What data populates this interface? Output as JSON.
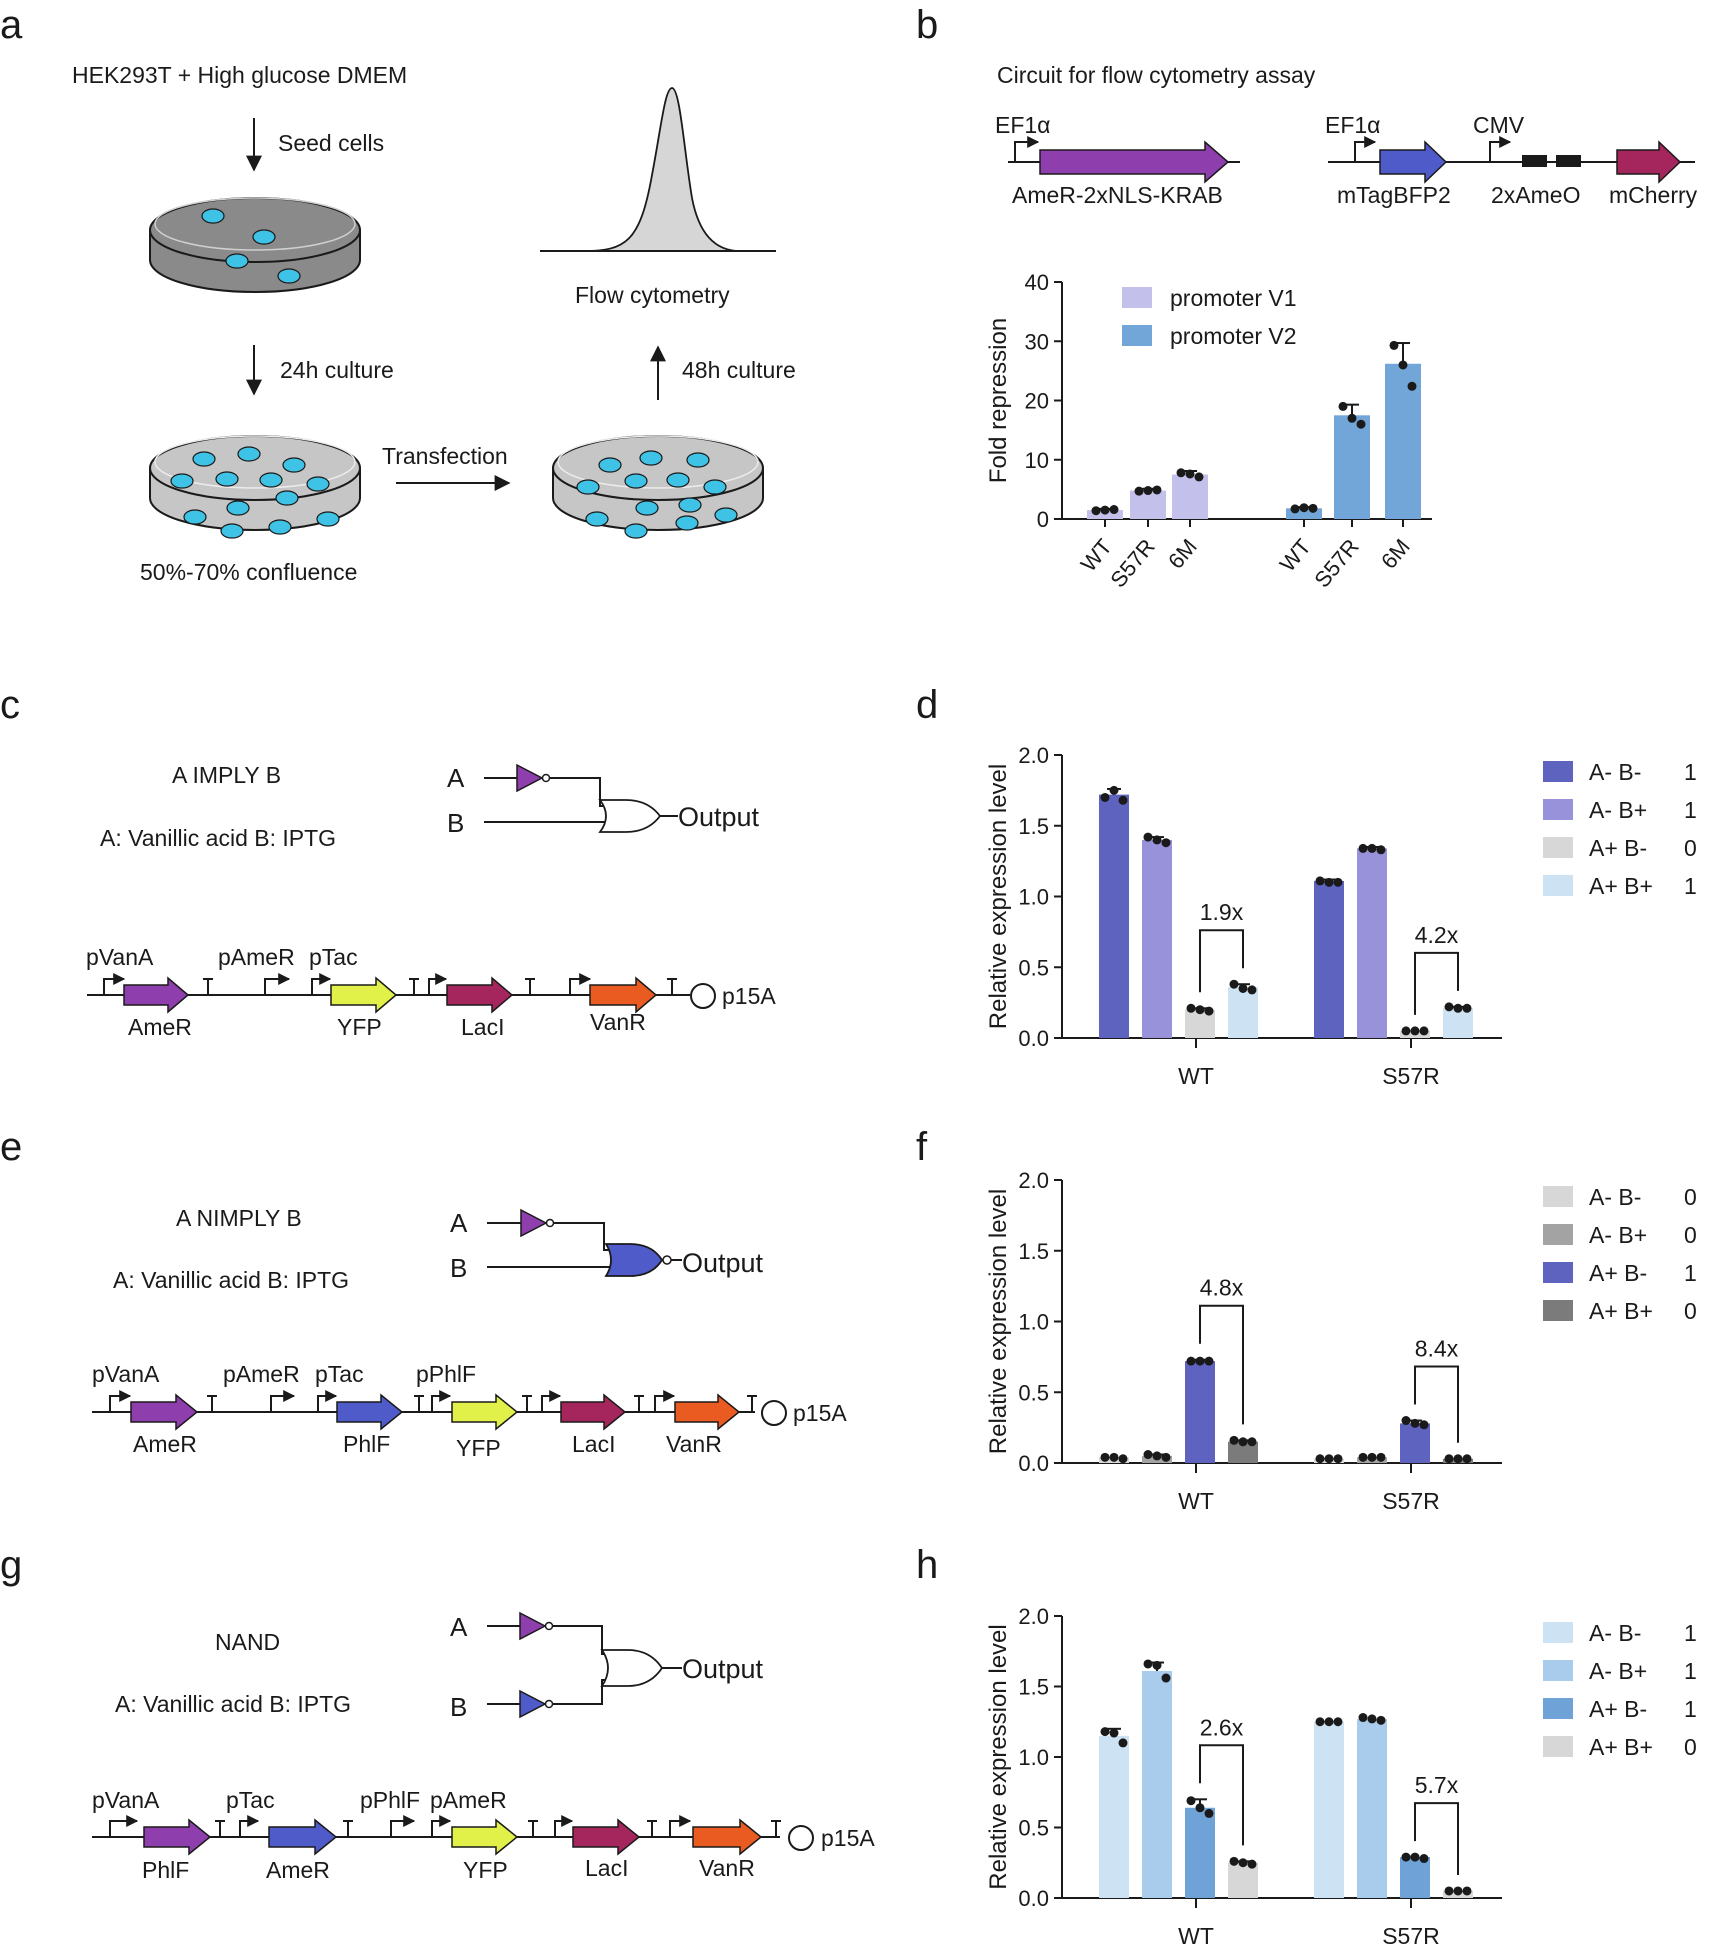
{
  "panel_labels": {
    "a": "a",
    "b": "b",
    "c": "c",
    "d": "d",
    "e": "e",
    "f": "f",
    "g": "g",
    "h": "h"
  },
  "colors": {
    "purple": "#8e3fad",
    "blue": "#4f5bc9",
    "yellow": "#e2f04a",
    "magenta": "#a5265d",
    "orange": "#ea5b22",
    "cyan": "#3ec3e6",
    "light_purple": "#c3c0eb",
    "mid_blue": "#73a6d8",
    "dark_blue": "#5f63c0",
    "med_purple": "#9892da",
    "light_gray": "#d7d7d7",
    "pale_blue": "#cde2f3",
    "gray": "#a3a3a3",
    "dark_gray": "#7b7b7b",
    "h_blue1": "#cde2f3",
    "h_blue2": "#a9cbec",
    "h_blue3": "#6fa2d6"
  },
  "panel_a": {
    "title": "HEK293T + High glucose DMEM",
    "seed": "Seed cells",
    "culture24": "24h culture",
    "confluence": "50%-70% confluence",
    "transfection": "Transfection",
    "culture48": "48h culture",
    "flow": "Flow cytometry"
  },
  "panel_b": {
    "title": "Circuit for flow cytometry assay",
    "ef1a_1": "EF1α",
    "ef1a_2": "EF1α",
    "cmv": "CMV",
    "amer_krab": "AmeR-2xNLS-KRAB",
    "mtagbfp2": "mTagBFP2",
    "ameo": "2xAmeO",
    "mcherry": "mCherry"
  },
  "panel_c": {
    "logic": "A IMPLY B",
    "inputs": "A: Vanillic acid B: IPTG",
    "gate_a": "A",
    "gate_b": "B",
    "output": "Output",
    "pvana": "pVanA",
    "pamer": "pAmeR",
    "ptac": "pTac",
    "amer": "AmeR",
    "yfp": "YFP",
    "laci": "LacI",
    "vanr": "VanR",
    "p15a": "p15A"
  },
  "panel_e": {
    "logic": "A NIMPLY B",
    "inputs": "A: Vanillic acid B: IPTG",
    "gate_a": "A",
    "gate_b": "B",
    "output": "Output",
    "pvana": "pVanA",
    "pamer": "pAmeR",
    "ptac": "pTac",
    "pphlf": "pPhlF",
    "amer": "AmeR",
    "phlf": "PhlF",
    "yfp": "YFP",
    "laci": "LacI",
    "vanr": "VanR",
    "p15a": "p15A"
  },
  "panel_g": {
    "logic": "NAND",
    "inputs": "A: Vanillic acid B: IPTG",
    "gate_a": "A",
    "gate_b": "B",
    "output": "Output",
    "pvana": "pVanA",
    "ptac": "pTac",
    "pphlf": "pPhlF",
    "pamer": "pAmeR",
    "phlf": "PhlF",
    "amer": "AmeR",
    "yfp": "YFP",
    "laci": "LacI",
    "vanr": "VanR",
    "p15a": "p15A"
  },
  "chart_data": [
    {
      "id": "b",
      "type": "bar",
      "ylabel": "Fold repression",
      "ylim": [
        0,
        40
      ],
      "yticks": [
        "0",
        "10",
        "20",
        "30",
        "40"
      ],
      "categories": [
        "WT",
        "S57R",
        "6M",
        "WT",
        "S57R",
        "6M"
      ],
      "bar_colors": [
        "#c3c0eb",
        "#c3c0eb",
        "#c3c0eb",
        "#73a6d8",
        "#73a6d8",
        "#73a6d8"
      ],
      "values": [
        1.5,
        4.8,
        7.5,
        1.8,
        17.5,
        26.2
      ],
      "errors": [
        0.2,
        0.3,
        0.6,
        0.2,
        1.8,
        3.5
      ],
      "points": [
        [
          1.4,
          1.5,
          1.6
        ],
        [
          4.7,
          4.8,
          4.9
        ],
        [
          7.8,
          7.6,
          7.1
        ],
        [
          1.7,
          1.9,
          1.8
        ],
        [
          19.0,
          17.0,
          16.0
        ],
        [
          29.3,
          26.0,
          22.4
        ]
      ],
      "legend": [
        {
          "label": "promoter V1",
          "color": "#c3c0eb"
        },
        {
          "label": "promoter V2",
          "color": "#73a6d8"
        }
      ],
      "legend_position": "top-left"
    },
    {
      "id": "d",
      "type": "bar",
      "ylabel": "Relative expression level",
      "ylim": [
        0,
        2.0
      ],
      "yticks": [
        "0.0",
        "0.5",
        "1.0",
        "1.5",
        "2.0"
      ],
      "categories": [
        "WT",
        "S57R"
      ],
      "series": [
        {
          "label": "A- B-",
          "out": "1",
          "color": "#5f63c0",
          "values": [
            1.72,
            1.11
          ],
          "errors": [
            0.04,
            0.01
          ],
          "points": [
            [
              1.7,
              1.75,
              1.68
            ],
            [
              1.11,
              1.1,
              1.1
            ]
          ]
        },
        {
          "label": "A- B+",
          "out": "1",
          "color": "#9892da",
          "values": [
            1.4,
            1.34
          ],
          "errors": [
            0.02,
            0.01
          ],
          "points": [
            [
              1.42,
              1.4,
              1.38
            ],
            [
              1.34,
              1.34,
              1.33
            ]
          ]
        },
        {
          "label": "A+ B-",
          "out": "0",
          "color": "#d7d7d7",
          "values": [
            0.2,
            0.05
          ],
          "errors": [
            0.01,
            0.0
          ],
          "points": [
            [
              0.21,
              0.2,
              0.19
            ],
            [
              0.05,
              0.05,
              0.05
            ]
          ]
        },
        {
          "label": "A+ B+",
          "out": "1",
          "color": "#cde2f3",
          "values": [
            0.36,
            0.21
          ],
          "errors": [
            0.02,
            0.01
          ],
          "points": [
            [
              0.38,
              0.35,
              0.34
            ],
            [
              0.22,
              0.21,
              0.21
            ]
          ]
        }
      ],
      "brackets": [
        {
          "group": 0,
          "from": 2,
          "to": 3,
          "label": "1.9x"
        },
        {
          "group": 1,
          "from": 2,
          "to": 3,
          "label": "4.2x"
        }
      ],
      "legend_position": "right"
    },
    {
      "id": "f",
      "type": "bar",
      "ylabel": "Relative expression level",
      "ylim": [
        0,
        2.0
      ],
      "yticks": [
        "0.0",
        "0.5",
        "1.0",
        "1.5",
        "2.0"
      ],
      "categories": [
        "WT",
        "S57R"
      ],
      "series": [
        {
          "label": "A- B-",
          "out": "0",
          "color": "#d7d7d7",
          "values": [
            0.04,
            0.03
          ],
          "errors": [
            0.0,
            0.0
          ],
          "points": [
            [
              0.04,
              0.04,
              0.03
            ],
            [
              0.03,
              0.03,
              0.03
            ]
          ]
        },
        {
          "label": "A- B+",
          "out": "0",
          "color": "#a3a3a3",
          "values": [
            0.05,
            0.04
          ],
          "errors": [
            0.01,
            0.0
          ],
          "points": [
            [
              0.06,
              0.05,
              0.04
            ],
            [
              0.04,
              0.04,
              0.04
            ]
          ]
        },
        {
          "label": "A+ B-",
          "out": "1",
          "color": "#5f63c0",
          "values": [
            0.72,
            0.28
          ],
          "errors": [
            0.01,
            0.02
          ],
          "points": [
            [
              0.72,
              0.72,
              0.72
            ],
            [
              0.3,
              0.28,
              0.27
            ]
          ]
        },
        {
          "label": "A+ B+",
          "out": "0",
          "color": "#7b7b7b",
          "values": [
            0.15,
            0.03
          ],
          "errors": [
            0.01,
            0.0
          ],
          "points": [
            [
              0.16,
              0.15,
              0.15
            ],
            [
              0.03,
              0.03,
              0.03
            ]
          ]
        }
      ],
      "brackets": [
        {
          "group": 0,
          "from": 2,
          "to": 3,
          "label": "4.8x"
        },
        {
          "group": 1,
          "from": 2,
          "to": 3,
          "label": "8.4x"
        }
      ],
      "legend_position": "right"
    },
    {
      "id": "h",
      "type": "bar",
      "ylabel": "Relative expression level",
      "ylim": [
        0,
        2.0
      ],
      "yticks": [
        "0.0",
        "0.5",
        "1.0",
        "1.5",
        "2.0"
      ],
      "categories": [
        "WT",
        "S57R"
      ],
      "series": [
        {
          "label": "A- B-",
          "out": "1",
          "color": "#cde2f3",
          "values": [
            1.15,
            1.25
          ],
          "errors": [
            0.05,
            0.0
          ],
          "points": [
            [
              1.18,
              1.17,
              1.1
            ],
            [
              1.25,
              1.25,
              1.25
            ]
          ]
        },
        {
          "label": "A- B+",
          "out": "1",
          "color": "#a9cbec",
          "values": [
            1.61,
            1.27
          ],
          "errors": [
            0.06,
            0.0
          ],
          "points": [
            [
              1.66,
              1.65,
              1.56
            ],
            [
              1.28,
              1.27,
              1.26
            ]
          ]
        },
        {
          "label": "A+ B-",
          "out": "1",
          "color": "#6fa2d6",
          "values": [
            0.64,
            0.29
          ],
          "errors": [
            0.06,
            0.0
          ],
          "points": [
            [
              0.69,
              0.64,
              0.6
            ],
            [
              0.29,
              0.29,
              0.28
            ]
          ]
        },
        {
          "label": "A+ B+",
          "out": "0",
          "color": "#d7d7d7",
          "values": [
            0.25,
            0.05
          ],
          "errors": [
            0.01,
            0.0
          ],
          "points": [
            [
              0.26,
              0.25,
              0.24
            ],
            [
              0.05,
              0.05,
              0.05
            ]
          ]
        }
      ],
      "brackets": [
        {
          "group": 0,
          "from": 2,
          "to": 3,
          "label": "2.6x"
        },
        {
          "group": 1,
          "from": 2,
          "to": 3,
          "label": "5.7x"
        }
      ],
      "legend_position": "right"
    }
  ]
}
